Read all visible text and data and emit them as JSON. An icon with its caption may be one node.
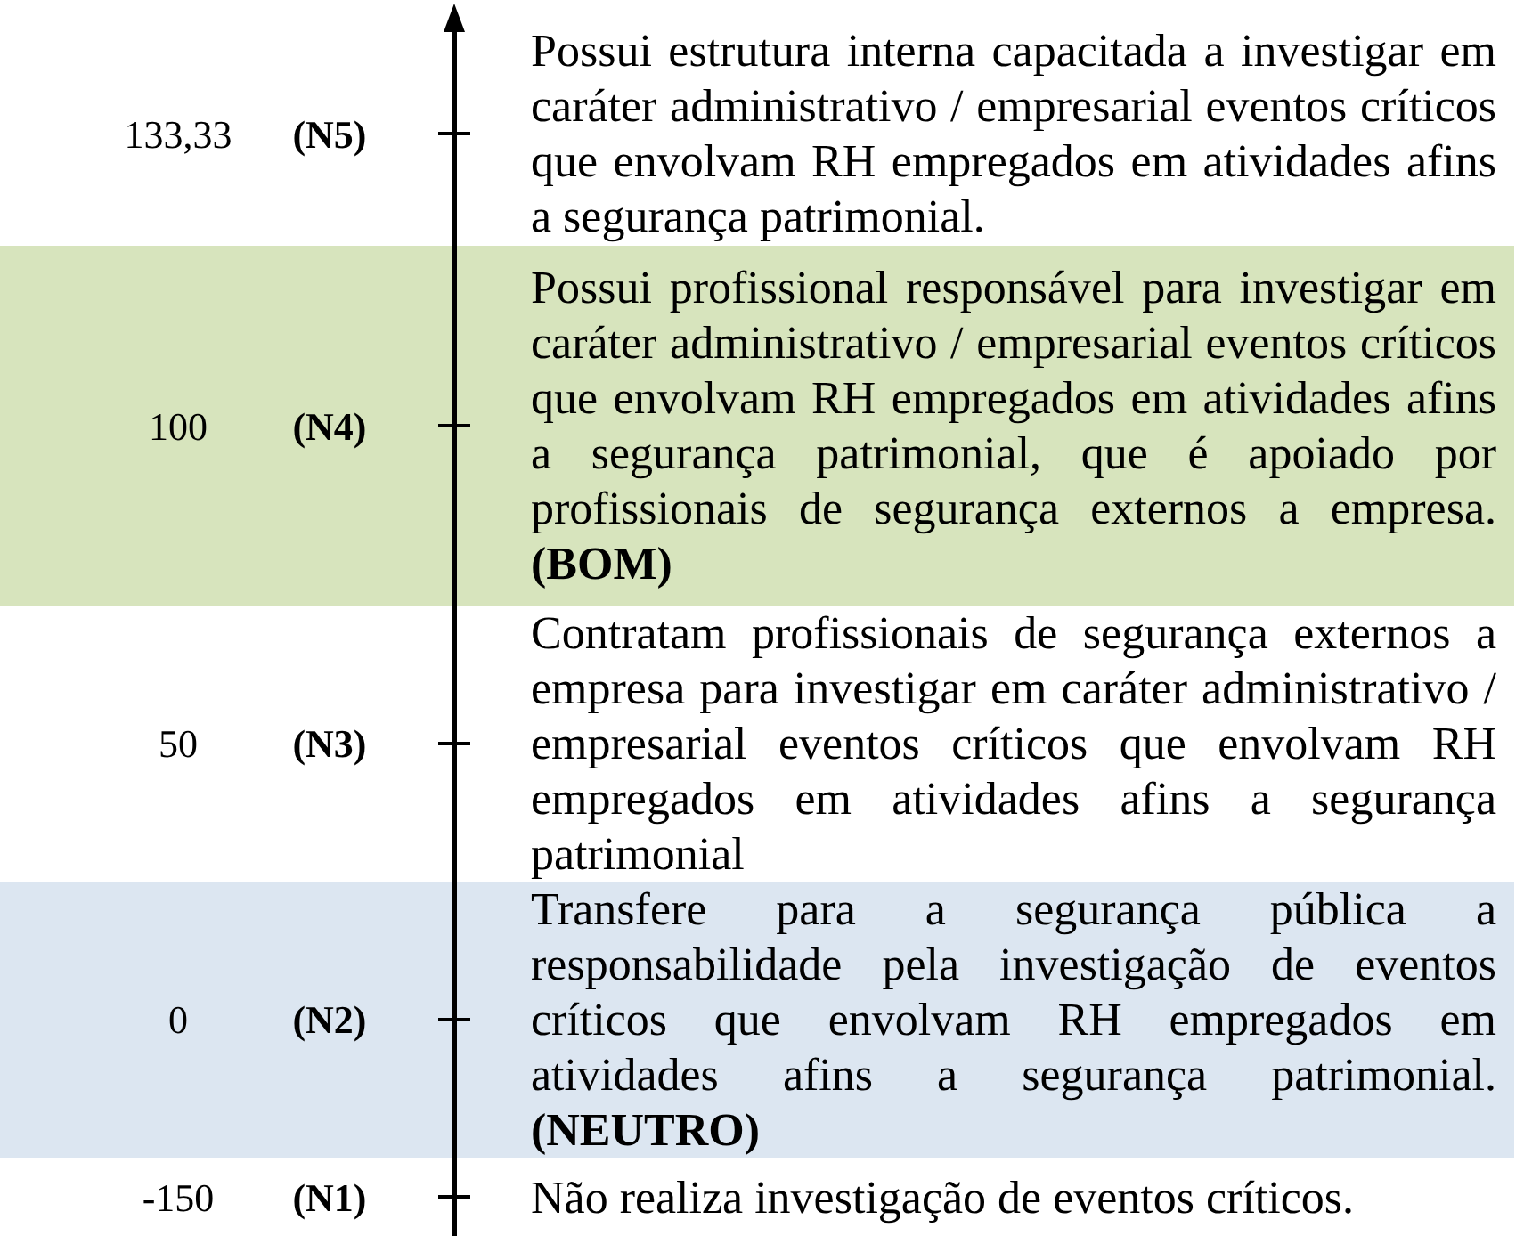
{
  "diagram": {
    "nodes": [
      {
        "text": [
          "Possui estrutura interna capacitada a investigar em caráter administrativo / empresarial eventos críticos que envolvam RH empregados em atividades afins a segurança patrimonial."
        ],
        "beside": [
          "133,33",
          "(N5)"
        ]
      },
      {
        "text": [
          "Possui profissional responsável para investigar em caráter administrativo / empresarial eventos críticos que envolvam RH empregados em atividades afins a segurança patrimonial, que é apoiado por profissionais de segurança externos a empresa. **(BOM)**"
        ],
        "beside": [
          "100",
          "(N4)"
        ]
      },
      {
        "text": [
          "Contratam profissionais de segurança externos a empresa para investigar em caráter administrativo / empresarial eventos críticos que envolvam RH empregados em atividades afins a segurança patrimonial"
        ],
        "beside": [
          "50",
          "(N3)"
        ]
      },
      {
        "text": [
          "Transfere para a segurança pública a responsabilidade pela investigação de eventos críticos que envolvam RH empregados em atividades afins a segurança patrimonial. **(NEUTRO)**"
        ],
        "beside": [
          "0",
          "(N2)"
        ]
      },
      {
        "text": [
          "Não realiza investigação de eventos críticos."
        ],
        "beside": [
          "-150",
          "(N1)"
        ]
      }
    ]
  }
}
